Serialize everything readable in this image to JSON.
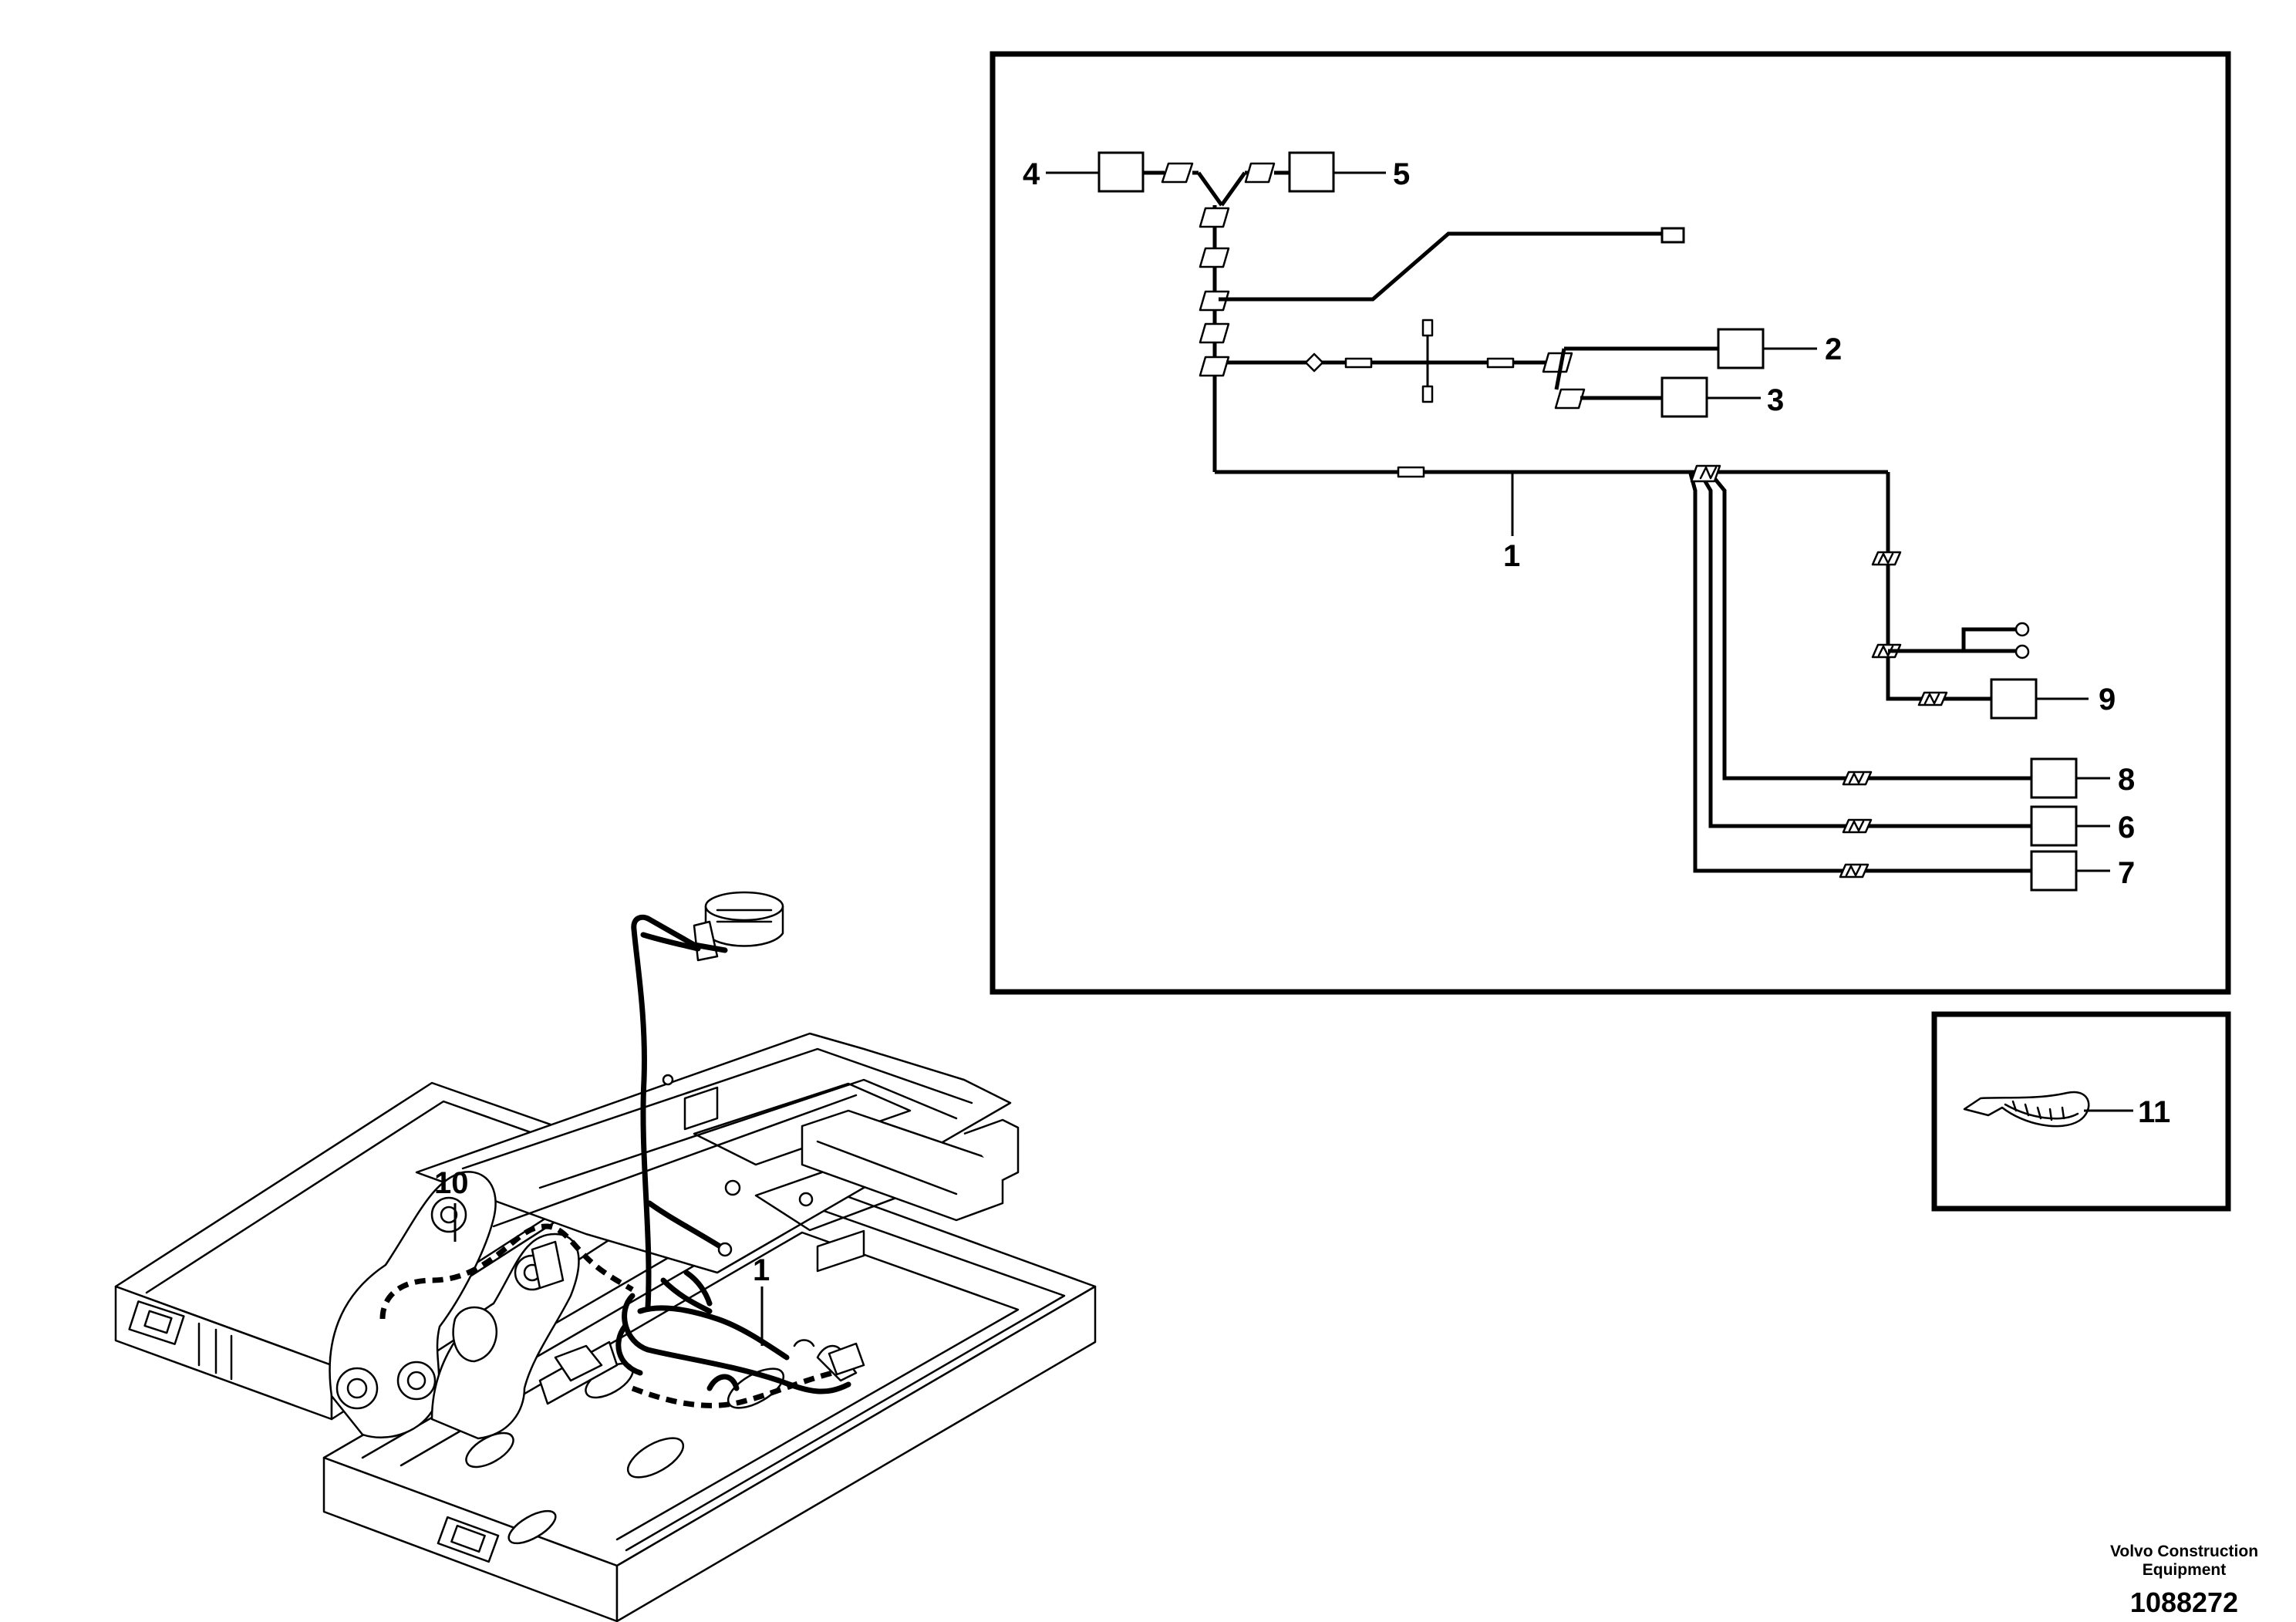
{
  "schematic": {
    "callouts": [
      {
        "id": "c1",
        "text": "1"
      },
      {
        "id": "c2",
        "text": "2"
      },
      {
        "id": "c3",
        "text": "3"
      },
      {
        "id": "c4",
        "text": "4"
      },
      {
        "id": "c5",
        "text": "5"
      },
      {
        "id": "c6",
        "text": "6"
      },
      {
        "id": "c7",
        "text": "7"
      },
      {
        "id": "c8",
        "text": "8"
      },
      {
        "id": "c9",
        "text": "9"
      }
    ]
  },
  "accessory": {
    "callout": "11",
    "icon": "cable-tie-icon"
  },
  "assembly": {
    "callouts": [
      "10",
      "1"
    ]
  },
  "credit": {
    "line1": "Volvo Construction",
    "line2": "Equipment",
    "part_number": "1088272"
  }
}
